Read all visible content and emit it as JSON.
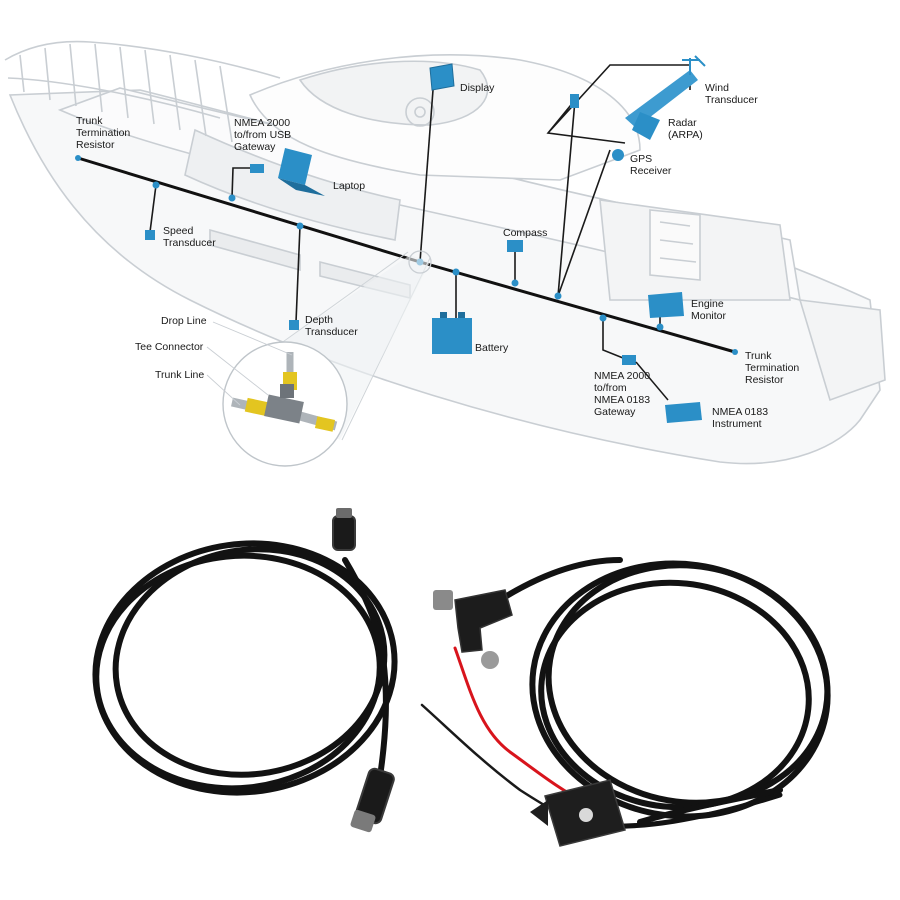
{
  "labels": {
    "trunk_resistor_left": [
      "Trunk",
      "Termination",
      "Resistor"
    ],
    "usb_gateway": [
      "NMEA 2000",
      "to/from USB",
      "Gateway"
    ],
    "laptop": [
      "Laptop"
    ],
    "display": [
      "Display"
    ],
    "wind_transducer": [
      "Wind",
      "Transducer"
    ],
    "radar": [
      "Radar",
      "(ARPA)"
    ],
    "gps": [
      "GPS",
      "Receiver"
    ],
    "speed_transducer": [
      "Speed",
      "Transducer"
    ],
    "compass": [
      "Compass"
    ],
    "engine_monitor": [
      "Engine",
      "Monitor"
    ],
    "depth_transducer": [
      "Depth",
      "Transducer"
    ],
    "battery": [
      "Battery"
    ],
    "drop_line": [
      "Drop Line"
    ],
    "tee_connector": [
      "Tee Connector"
    ],
    "trunk_line": [
      "Trunk Line"
    ],
    "trunk_resistor_right": [
      "Trunk",
      "Termination",
      "Resistor"
    ],
    "nmea0183_gateway": [
      "NMEA 2000",
      "to/from",
      "NMEA 0183",
      "Gateway"
    ],
    "nmea0183_instrument": [
      "NMEA 0183",
      "Instrument"
    ]
  },
  "colors": {
    "device_blue": "#2b8fc7",
    "device_blue_dark": "#1f6e9c",
    "boat_outline": "#c9ced3",
    "trunk_line": "#111111",
    "cable": "#121212",
    "power_red": "#d8141c"
  }
}
